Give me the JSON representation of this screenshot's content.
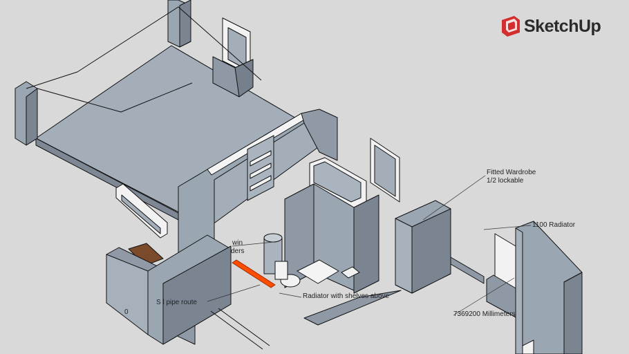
{
  "brand": {
    "name": "SketchUp",
    "logo_color": "#d32f2f"
  },
  "colors": {
    "background": "#d9d9d9",
    "face_light": "#a5b0bb",
    "face_mid": "#8e99a5",
    "face_dark": "#6f7a86",
    "edge": "#111111",
    "pipe": "#ff4d00",
    "wood": "#7a4a2a"
  },
  "annotations": {
    "wardrobe_line1": "Fitted Wardrobe",
    "wardrobe_line2": "1/2 lockable",
    "radiator_1100": "1100 Radiator",
    "radiator_shelves": "Radiator with shelves above",
    "dimension": "7369200 Millimeters",
    "soil_pipe": "S   l pipe route",
    "partial_top": "win",
    "partial_bottom": "ders",
    "partial_left": "0"
  }
}
